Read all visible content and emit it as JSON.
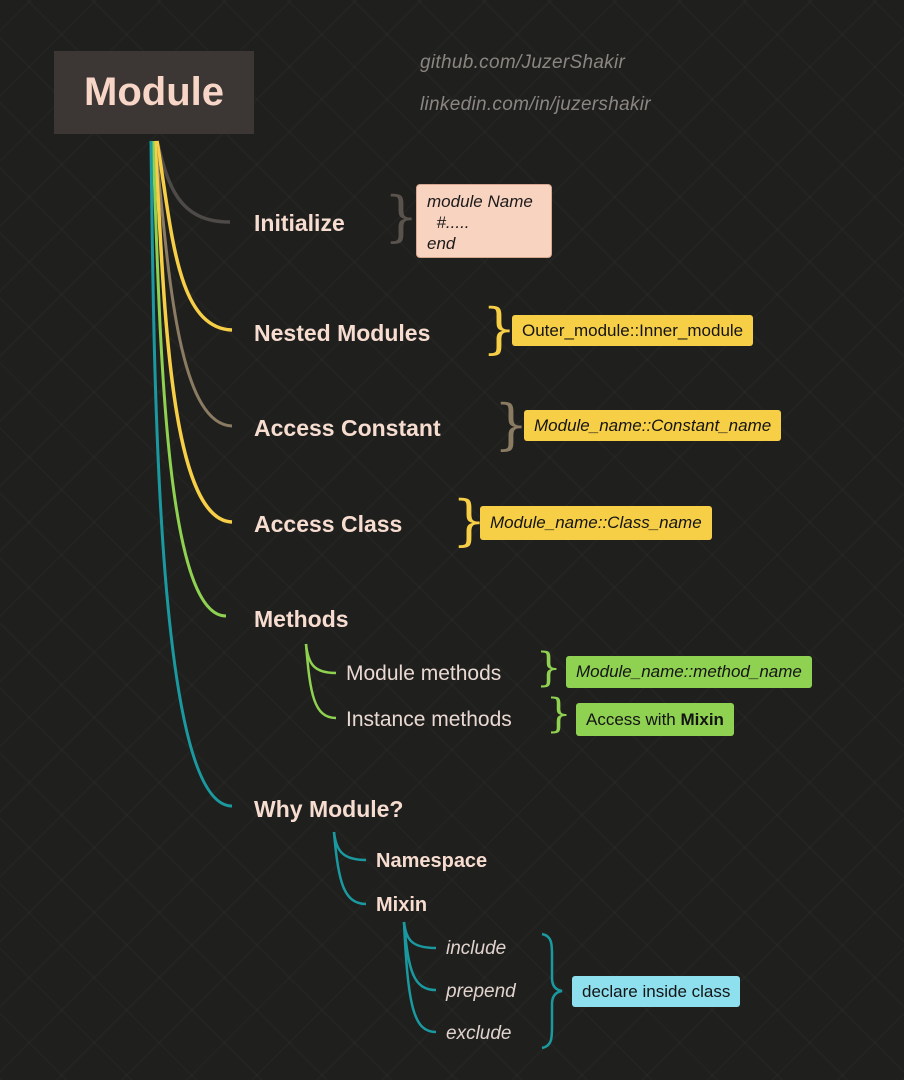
{
  "title": "Module",
  "links": [
    "github.com/JuzerShakir",
    "linkedin.com/in/juzershakir"
  ],
  "initialize": {
    "label": "Initialize",
    "code_lines": [
      "module Name",
      "  #.....",
      "end"
    ]
  },
  "nested": {
    "label": "Nested Modules",
    "value": "Outer_module::Inner_module"
  },
  "access_constant": {
    "label": "Access Constant",
    "value": "Module_name::Constant_name"
  },
  "access_class": {
    "label": "Access Class",
    "value": "Module_name::Class_name"
  },
  "methods": {
    "label": "Methods",
    "module_methods": {
      "label": "Module methods",
      "value": "Module_name::method_name"
    },
    "instance_methods": {
      "label": "Instance methods",
      "value_prefix": "Access with ",
      "value_bold": "Mixin"
    }
  },
  "why": {
    "label": "Why Module?",
    "namespace": "Namespace",
    "mixin": "Mixin",
    "mixin_items": [
      "include",
      "prepend",
      "exclude"
    ],
    "mixin_note": "declare inside class"
  },
  "colors": {
    "yellow": "#f7cf47",
    "green": "#8fd150",
    "teal": "#1a9aa0",
    "cyan": "#8fe0ef",
    "tan": "#8a7b62",
    "gray": "#4d4a47",
    "peach": "#f8d3c0"
  }
}
